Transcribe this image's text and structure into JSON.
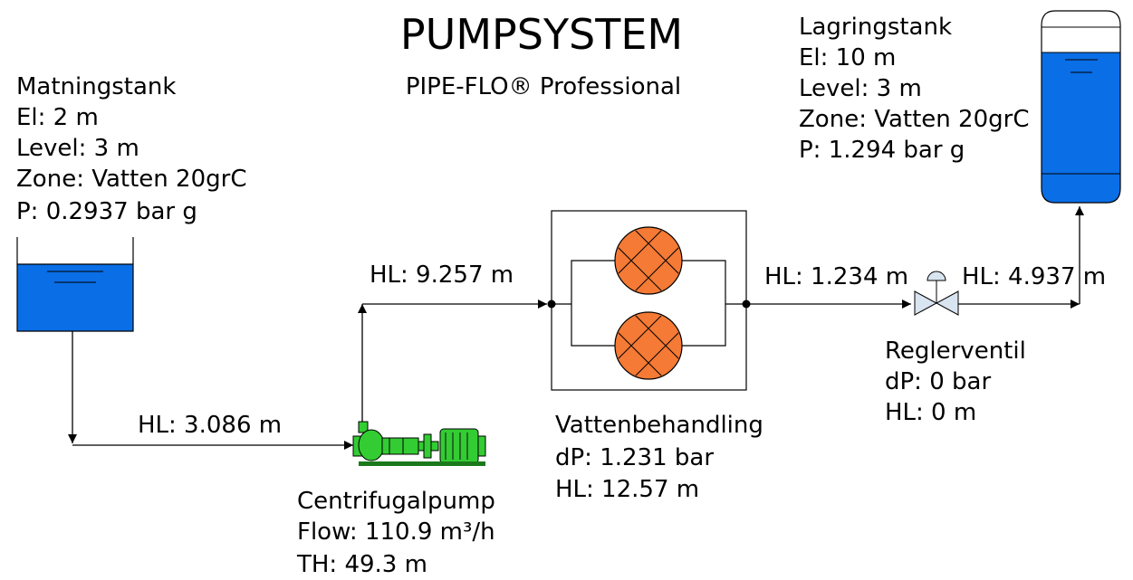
{
  "header": {
    "title": "PUMPSYSTEM",
    "subtitle": "PIPE-FLO® Professional"
  },
  "supply_tank": {
    "lines": [
      "Matningstank",
      "El: 2 m",
      "Level: 3 m",
      "Zone: Vatten 20grC",
      "P: 0.2937 bar g"
    ]
  },
  "storage_tank": {
    "lines": [
      "Lagringstank",
      "El: 10 m",
      "Level: 3 m",
      "Zone: Vatten 20grC",
      "P: 1.294 bar g"
    ]
  },
  "pipes": {
    "pipe_1": "HL: 3.086 m",
    "pipe_2": "HL: 9.257 m",
    "pipe_3": "HL: 1.234 m",
    "pipe_4": "HL: 4.937 m"
  },
  "pump": {
    "name": "Centrifugalpump",
    "flow": "Flow: 110.9 m³/h",
    "th": "TH: 49.3 m"
  },
  "treatment": {
    "name": "Vattenbehandling",
    "dp": "dP: 1.231 bar",
    "hl": "HL: 12.57 m"
  },
  "valve": {
    "name": "Reglerventil",
    "dp": "dP: 0 bar",
    "hl": "HL: 0 m"
  },
  "colors": {
    "water": "#0a6ee6",
    "filter": "#f47a35",
    "pump": "#33cc33",
    "pump_dark": "#1a7a1a",
    "valve": "#d8e4f0"
  }
}
